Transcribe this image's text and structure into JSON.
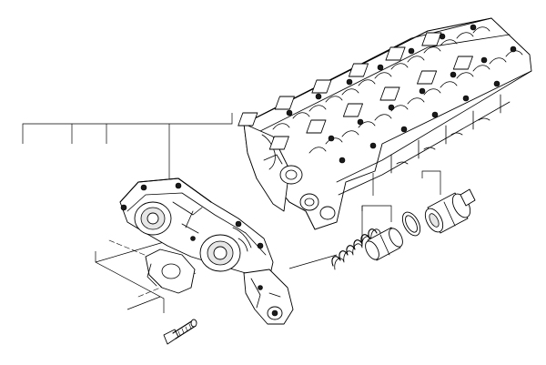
{
  "diagram": {
    "parts": [
      {
        "id": "cylinder-head"
      },
      {
        "id": "vanos-adjustment-unit"
      },
      {
        "id": "mounting-bolt"
      },
      {
        "id": "compression-spring"
      },
      {
        "id": "piston"
      },
      {
        "id": "sealing-ring"
      },
      {
        "id": "solenoid-valve"
      }
    ]
  }
}
